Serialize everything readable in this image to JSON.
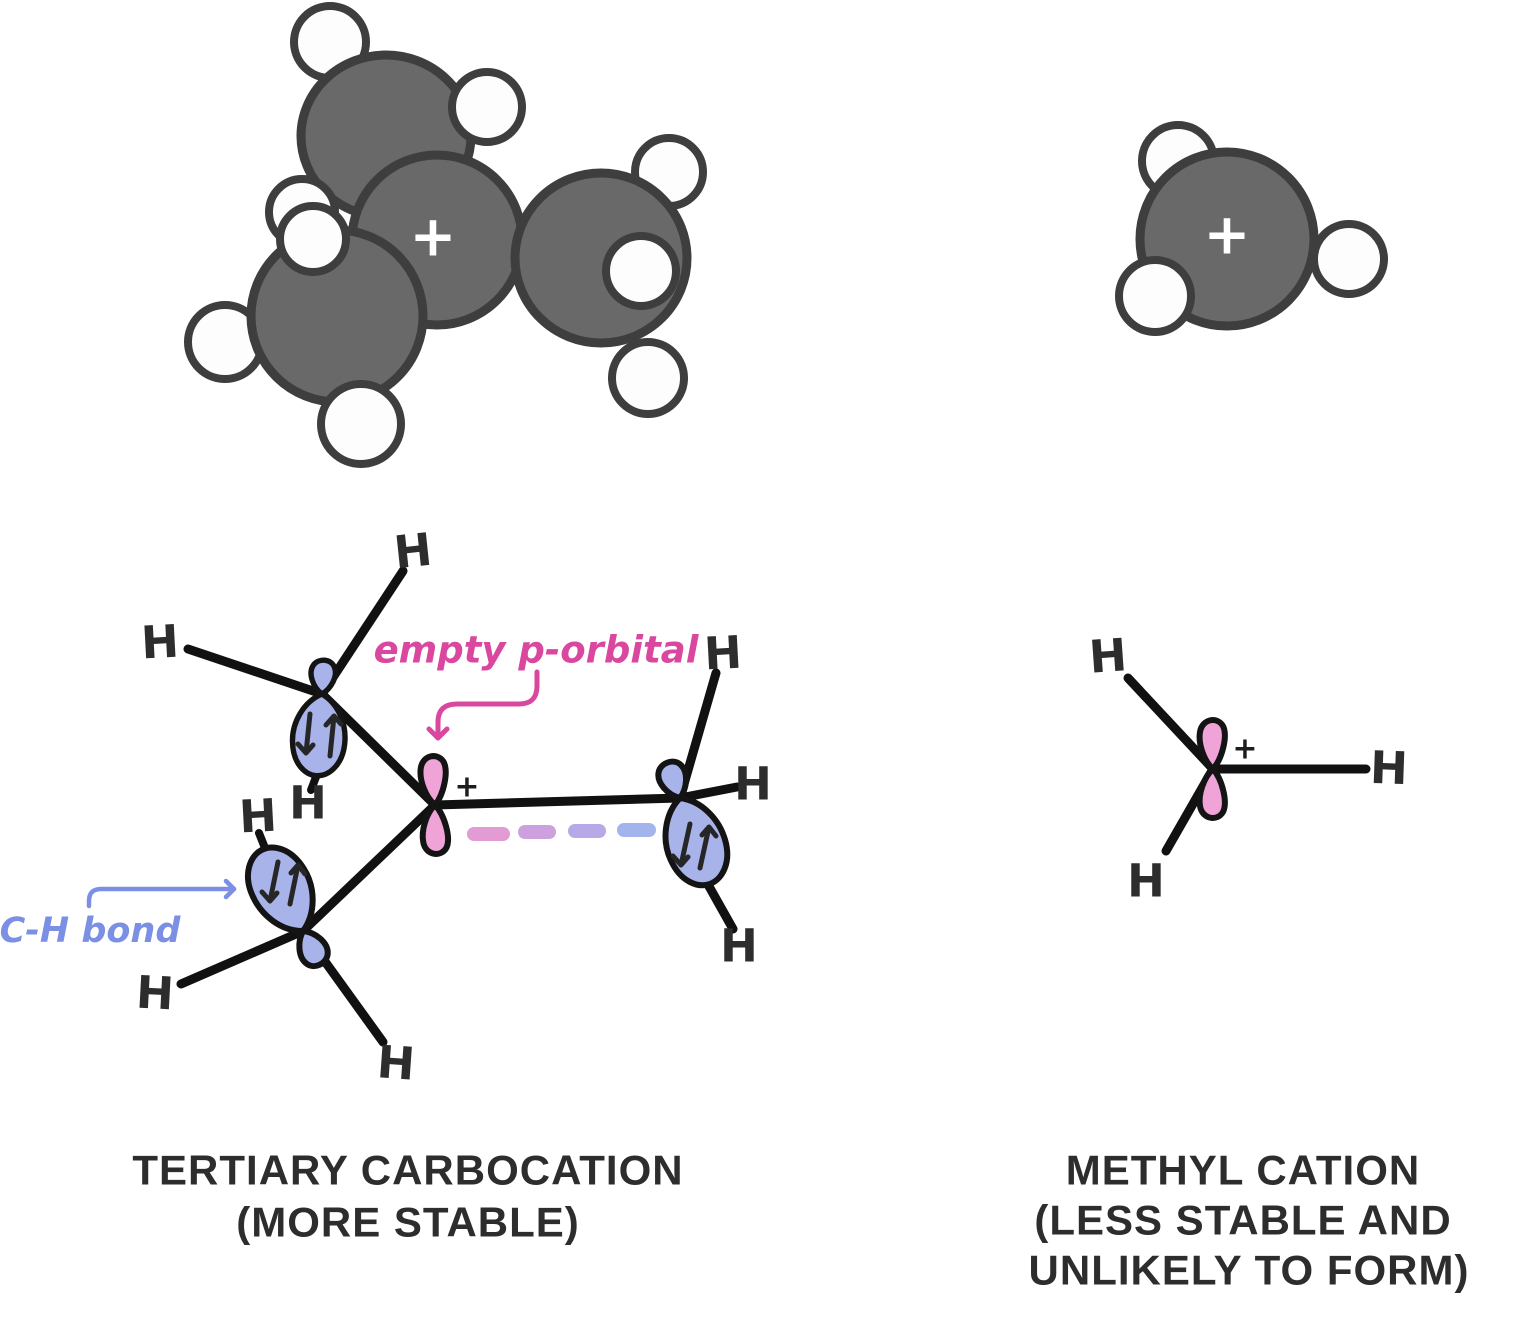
{
  "labels": {
    "h": "H",
    "plus": "+",
    "empty_p_orbital": "empty p-orbital",
    "ch_bond": "C-H bond"
  },
  "captions": {
    "tertiary_line1": "TERTIARY CARBOCATION",
    "tertiary_line2": "(MORE STABLE)",
    "methyl_line1": "METHYL CATION",
    "methyl_line2": "(LESS STABLE AND",
    "methyl_line3": "UNLIKELY TO FORM)"
  },
  "icons": {
    "electron_pair_arrows": "down-up paired arrows",
    "pink_leader_arrow": "curved arrow pointing to empty p-orbital",
    "blue_leader_arrow": "arrow pointing to C-H bond orbital"
  },
  "colors": {
    "carbon_fill": "#696969",
    "atom_outline": "#3e3e3e",
    "hydrogen_fill": "#fdfdfd",
    "bond_color": "#111111",
    "lobe_outline": "#141414",
    "orbital_blue": "#a8b3e9",
    "orbital_pink": "#f0a3d6",
    "label_pink": "#d9479f",
    "label_blue": "#7b90e4",
    "text_dark": "#2d2d2d",
    "dash_1": "#e29bd3",
    "dash_2": "#cda1de",
    "dash_3": "#b7a9e7",
    "dash_4": "#a3b3ec"
  }
}
